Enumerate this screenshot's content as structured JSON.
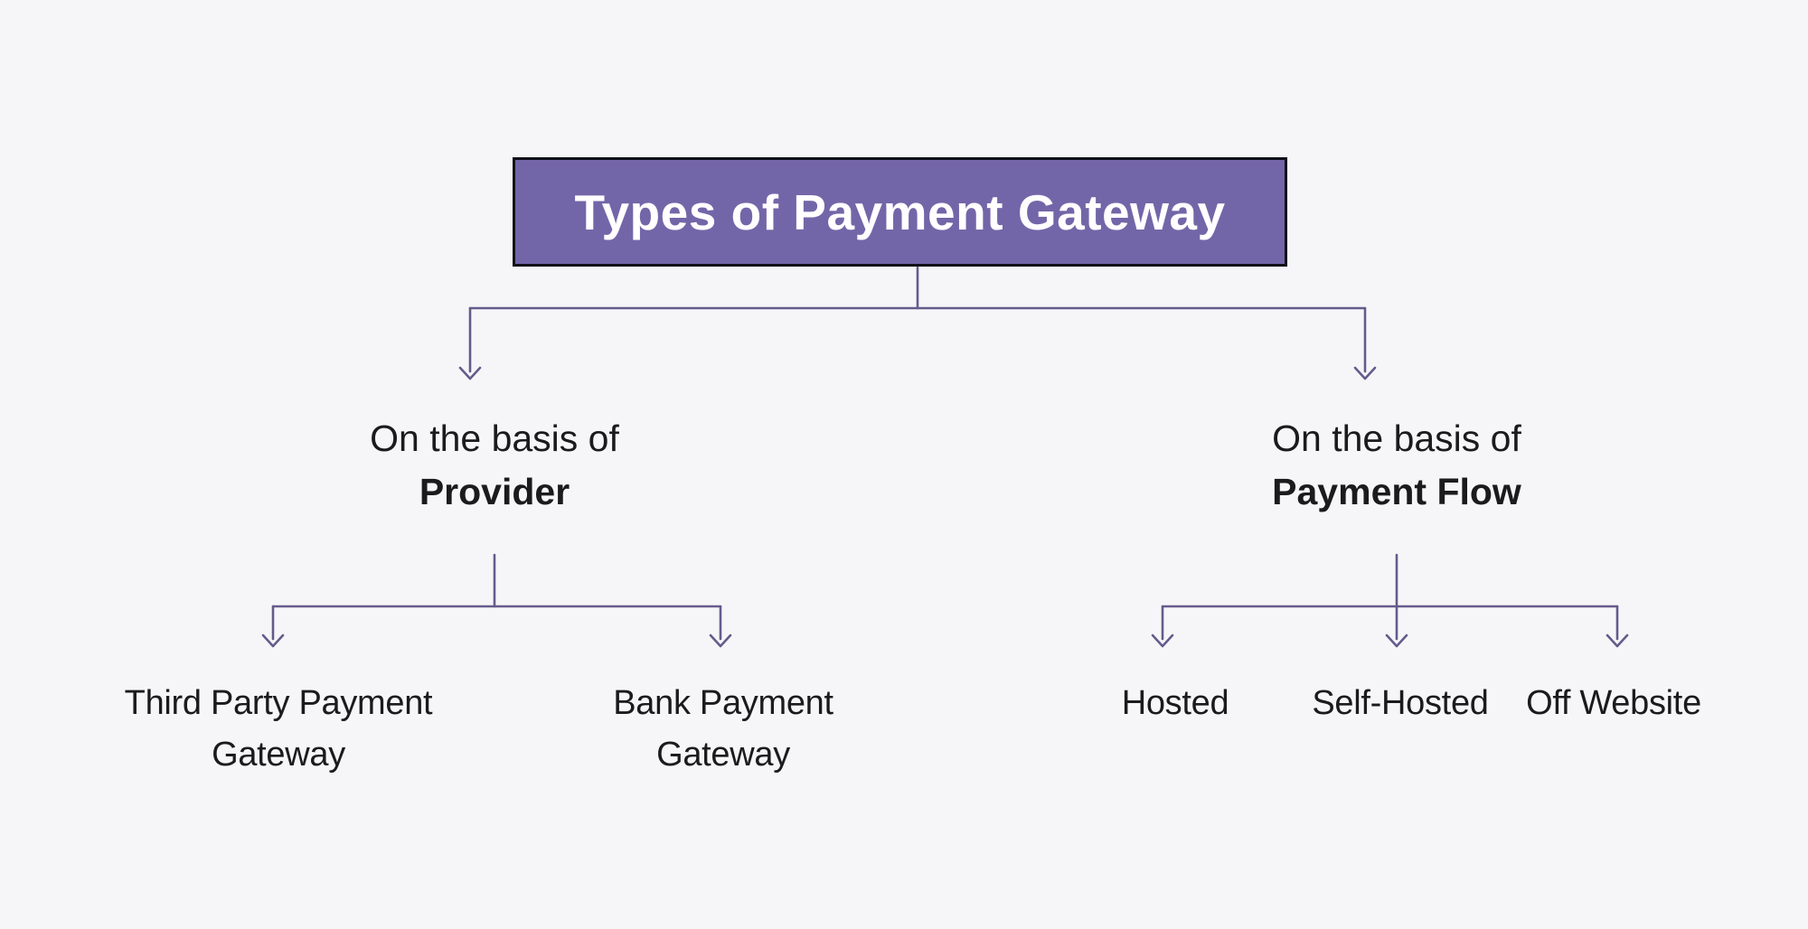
{
  "colors": {
    "background": "#F6F6F8",
    "box-fill": "#7366A8",
    "box-border": "#101018",
    "box-text": "#FFFFFF",
    "connector": "#655B8C",
    "text": "#1B1B1D"
  },
  "tree": {
    "root": "Types of Payment Gateway",
    "branches": [
      {
        "prefix": "On the basis of",
        "name": "Provider",
        "children": [
          {
            "label": "Third Party Payment Gateway"
          },
          {
            "label": "Bank Payment Gateway"
          }
        ]
      },
      {
        "prefix": "On the basis of",
        "name": "Payment Flow",
        "children": [
          {
            "label": "Hosted"
          },
          {
            "label": "Self-Hosted"
          },
          {
            "label": "Off Website"
          }
        ]
      }
    ]
  }
}
